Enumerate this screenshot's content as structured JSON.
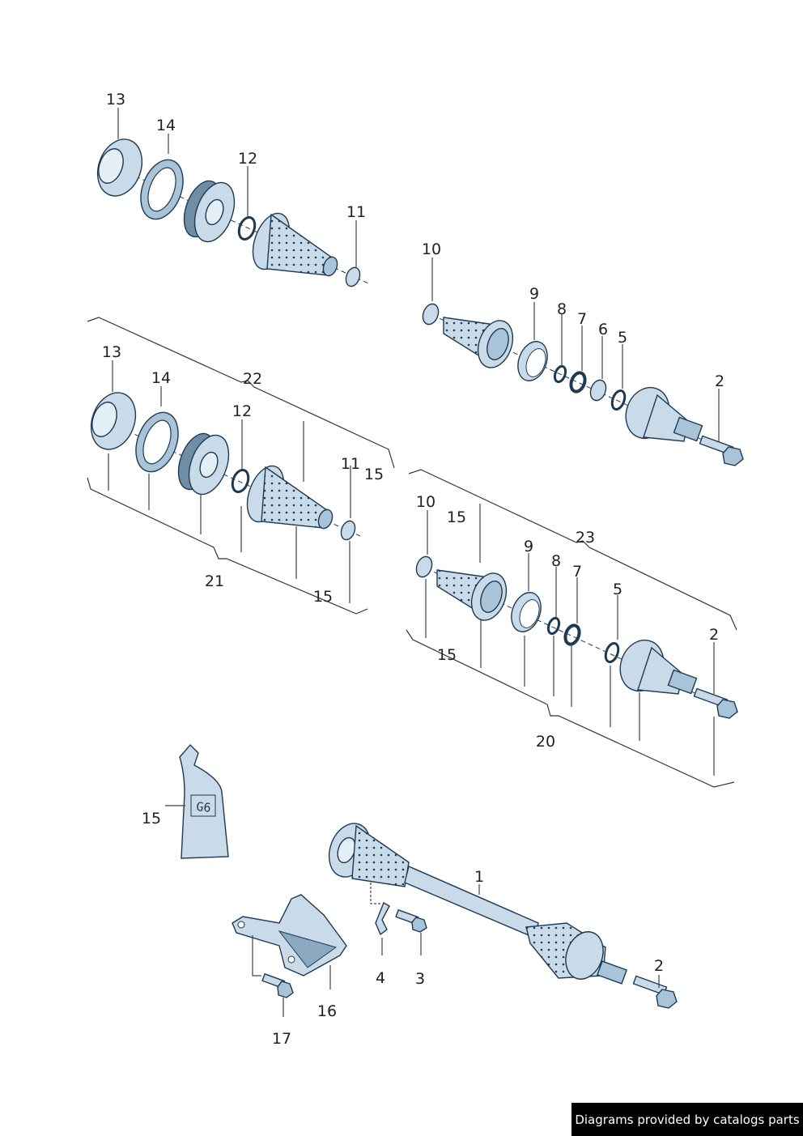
{
  "callouts": {
    "c1": "1",
    "c2a": "2",
    "c2b": "2",
    "c2c": "2",
    "c3": "3",
    "c4": "4",
    "c5a": "5",
    "c5b": "5",
    "c6": "6",
    "c7a": "7",
    "c7b": "7",
    "c8a": "8",
    "c8b": "8",
    "c9a": "9",
    "c9b": "9",
    "c10a": "10",
    "c10b": "10",
    "c11a": "11",
    "c11b": "11",
    "c12a": "12",
    "c12b": "12",
    "c13a": "13",
    "c13b": "13",
    "c14a": "14",
    "c14b": "14",
    "c15a": "15",
    "c15b": "15",
    "c15c": "15",
    "c15d": "15",
    "c15e": "15",
    "c16": "16",
    "c17": "17",
    "c20": "20",
    "c21": "21",
    "c22": "22",
    "c23": "23"
  },
  "grease_tube_text": "G6",
  "credit": "Diagrams provided by catalogs parts",
  "colors": {
    "part_fill": "#c9dbe8",
    "part_outline": "#1d3a52",
    "credit_bg": "#000000"
  }
}
